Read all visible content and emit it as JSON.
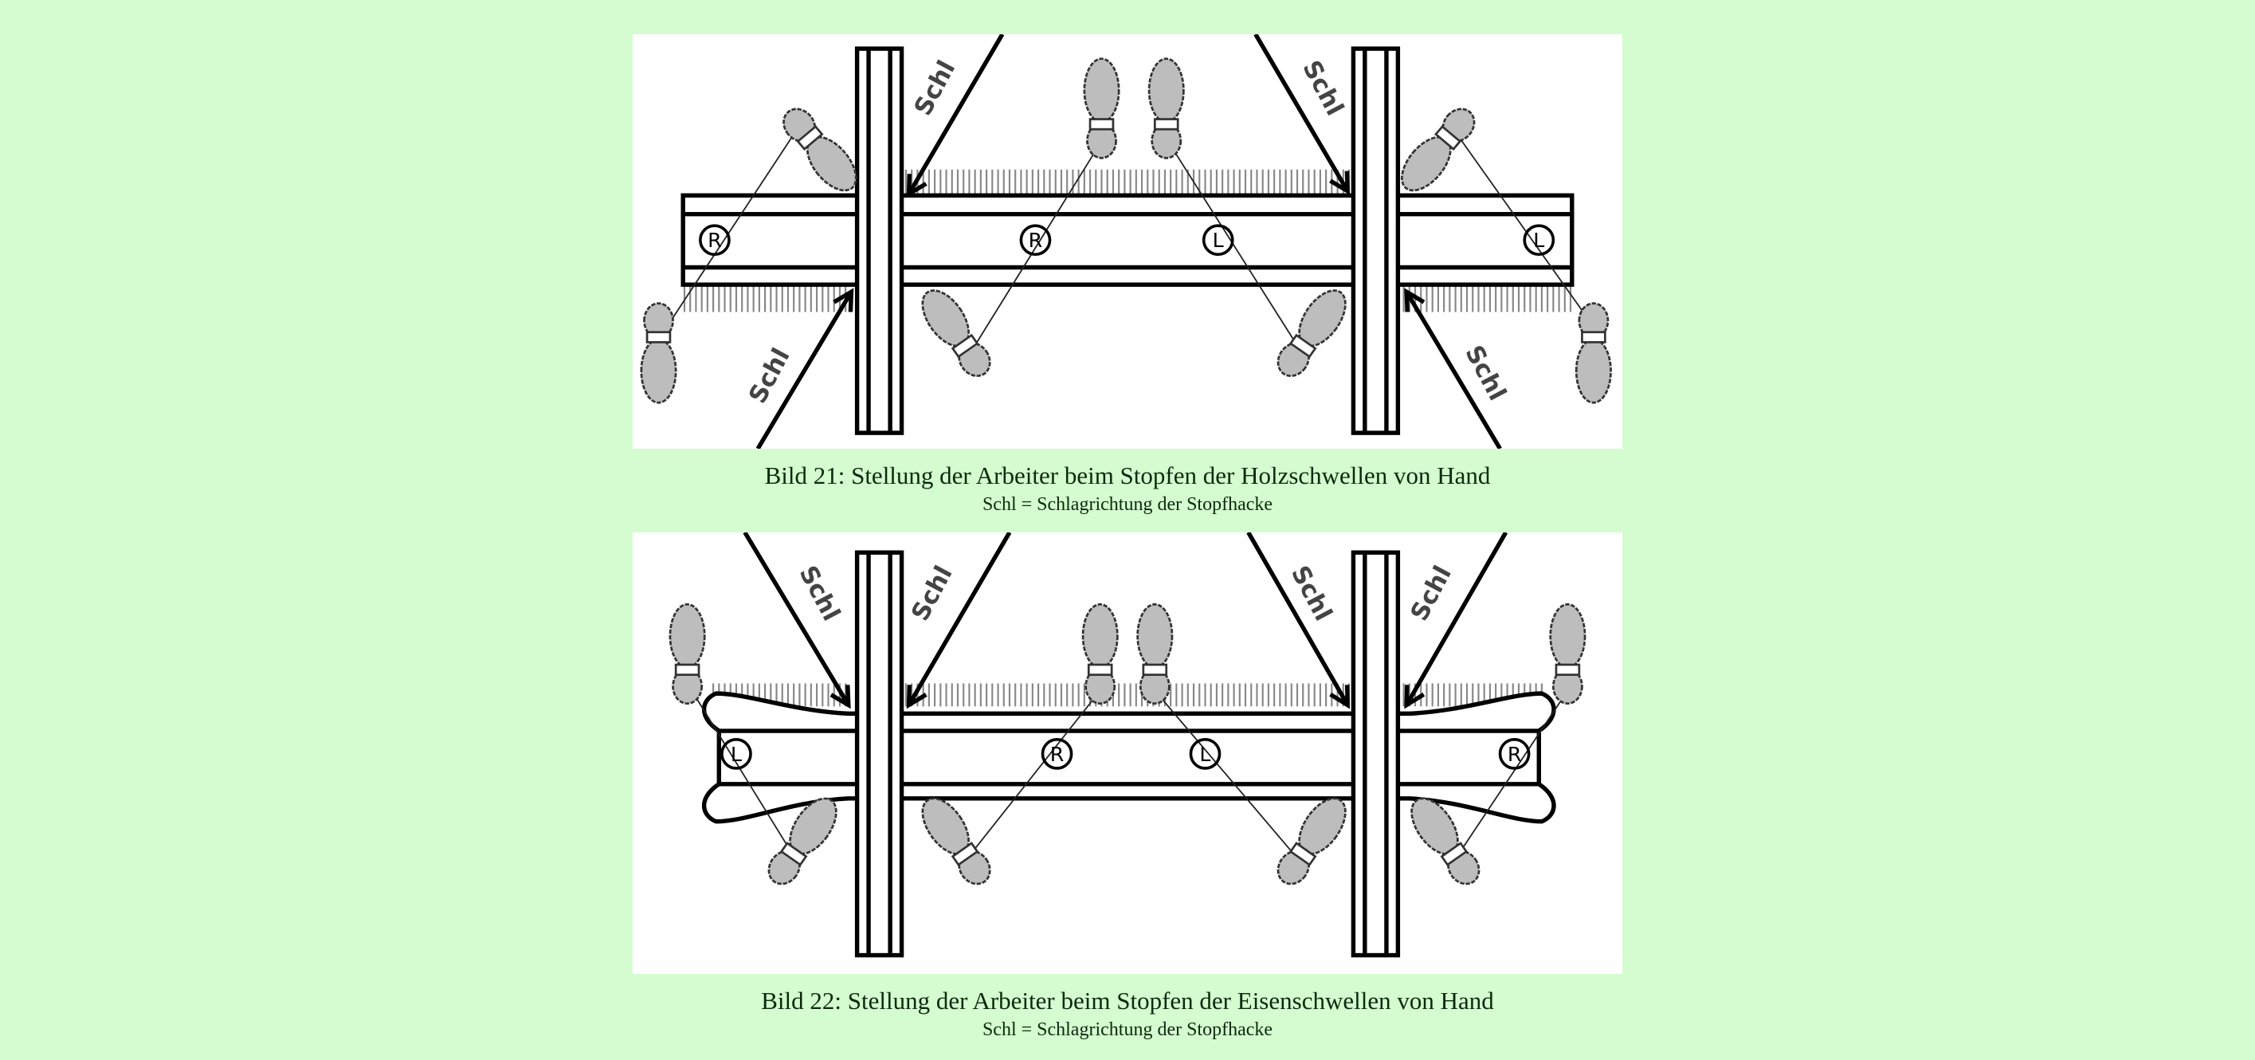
{
  "figures": [
    {
      "caption": "Bild 21: Stellung der Arbeiter beim Stopfen der Holzschwellen von Hand",
      "legend": "Schl = Schlagrichtung der Stopfhacke",
      "arrow_label": "Schl",
      "markers": [
        "R",
        "R",
        "L",
        "L"
      ]
    },
    {
      "caption": "Bild 22: Stellung der Arbeiter beim Stopfen der Eisenschwellen von Hand",
      "legend": "Schl = Schlagrichtung der Stopfhacke",
      "arrow_label": "Schl",
      "markers": [
        "L",
        "R",
        "L",
        "R"
      ]
    }
  ]
}
